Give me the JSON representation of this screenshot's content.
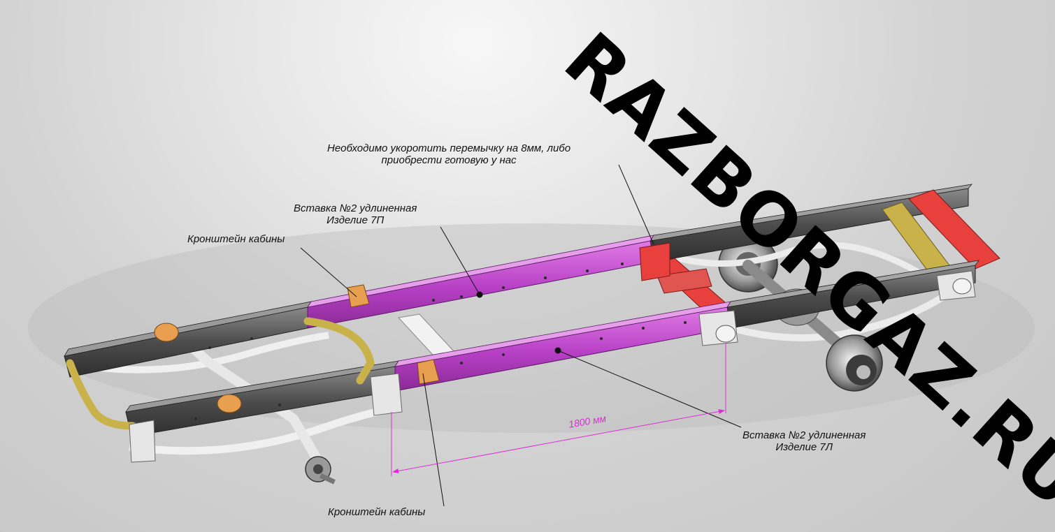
{
  "labels": {
    "note_line1": "Необходимо укоротить перемычку на 8мм, либо",
    "note_line2": "приобрести готовую у нас",
    "insert_7p_line1": "Вставка №2 удлиненная",
    "insert_7p_line2": "Изделие 7П",
    "cab_bracket_top": "Кронштейн кабины",
    "insert_7l_line1": "Вставка №2 удлиненная",
    "insert_7l_line2": "Изделие 7Л",
    "cab_bracket_bottom": "Кронштейн кабины",
    "dimension": "1800 мм"
  },
  "watermark": "RAZBORGAZ.RU",
  "colors": {
    "insert": "#c94fd6",
    "frame": "#5d5d5d",
    "crossmember_highlight": "#e8403c",
    "bracket": "#e8a050",
    "stabilizer": "#c9b24a",
    "dimension": "#e02ad8",
    "leaf_spring": "#ececec"
  }
}
